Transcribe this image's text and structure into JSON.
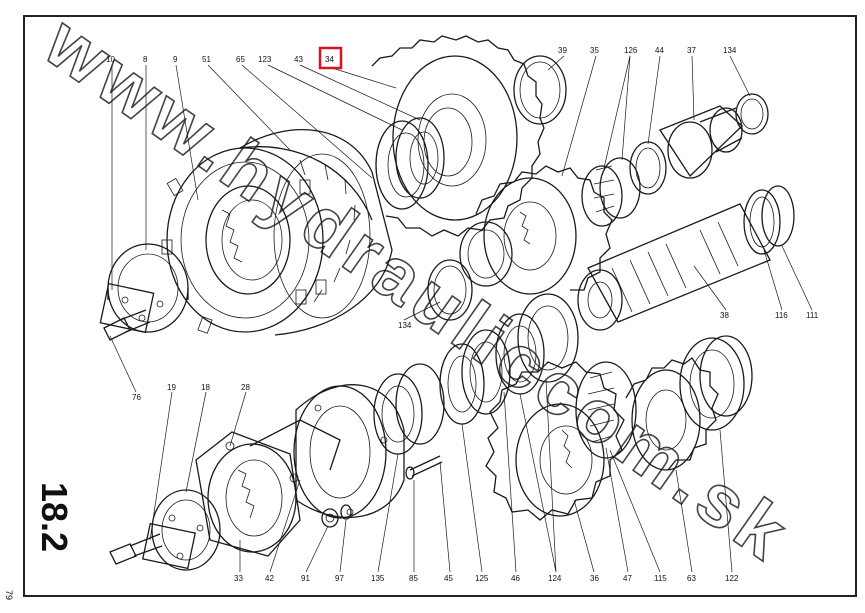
{
  "section_number": "18.2",
  "page_number": "79",
  "watermark": "www.hydrauliccom.sk",
  "highlighted_part": "34",
  "highlight_color": "#d9151b",
  "labels": {
    "p10": "10",
    "p8": "8",
    "p9": "9",
    "p51": "51",
    "p65": "65",
    "p123": "123",
    "p43": "43",
    "p34": "34",
    "p39": "39",
    "p35": "35",
    "p126": "126",
    "p44": "44",
    "p37": "37",
    "p134a": "134",
    "p134b": "134",
    "p38": "38",
    "p116": "116",
    "p111": "111",
    "p76": "76",
    "p19": "19",
    "p18": "18",
    "p28": "28",
    "p33": "33",
    "p42": "42",
    "p91": "91",
    "p97": "97",
    "p135": "135",
    "p85": "85",
    "p45": "45",
    "p125": "125",
    "p46": "46",
    "p124": "124",
    "p36": "36",
    "p47": "47",
    "p115": "115",
    "p63": "63",
    "p122": "122"
  }
}
